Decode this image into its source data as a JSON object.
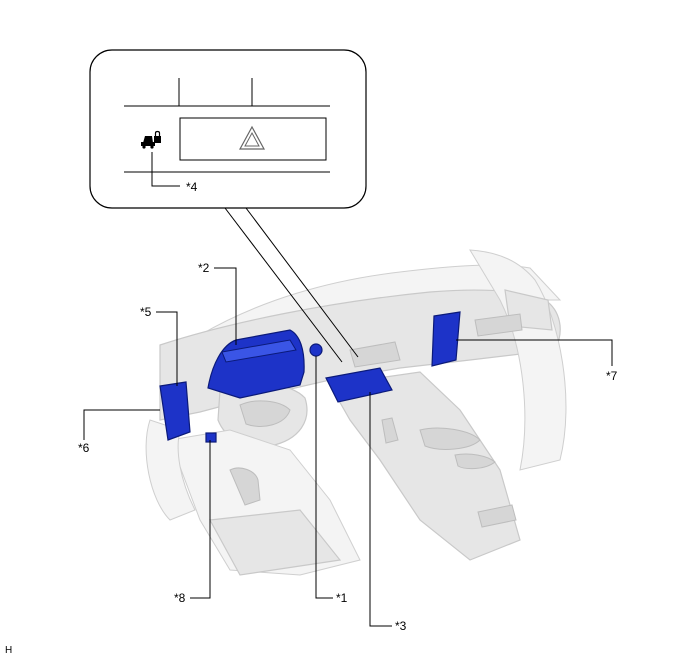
{
  "labels": {
    "c1": "*1",
    "c2": "*2",
    "c3": "*3",
    "c4": "*4",
    "c5": "*5",
    "c6": "*6",
    "c7": "*7",
    "c8": "*8"
  },
  "corner_mark": "H",
  "icons": {
    "inset_left": "car-lock-icon",
    "inset_right": "hazard-triangle-icon"
  },
  "colors": {
    "component": "#1d33c8",
    "line": "#000000",
    "interior": "#e6e6e6"
  }
}
